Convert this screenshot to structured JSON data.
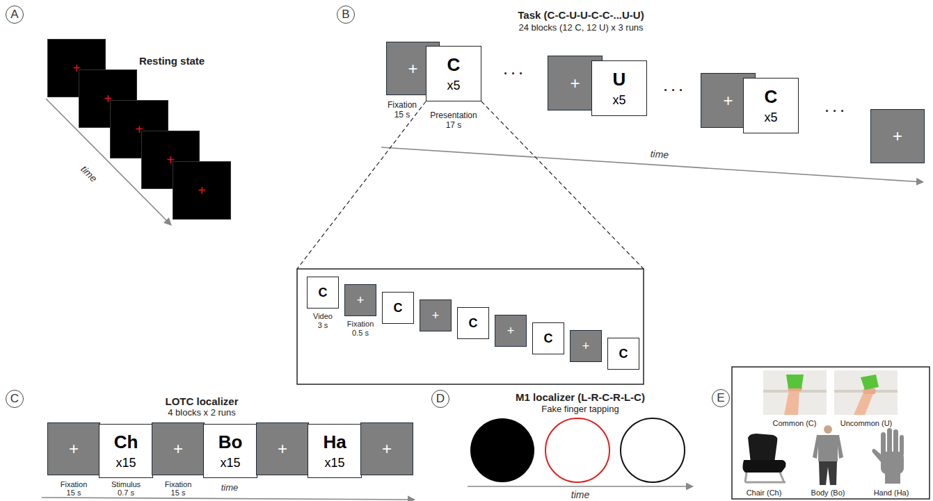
{
  "diagram": {
    "nodes": [
      {
        "text": [
          "A"
        ]
      },
      {
        "text": [
          "+"
        ]
      },
      {
        "text": [
          "+"
        ]
      },
      {
        "text": [
          "+"
        ]
      },
      {
        "text": [
          "+"
        ]
      },
      {
        "text": [
          "+"
        ]
      },
      {
        "text": [
          "B"
        ]
      },
      {
        "text": [
          "+"
        ]
      },
      {
        "text": [
          "C",
          "x5"
        ]
      },
      {
        "text": [
          "+"
        ]
      },
      {
        "text": [
          "U",
          "x5"
        ]
      },
      {
        "text": [
          "+"
        ]
      },
      {
        "text": [
          "C",
          "x5"
        ]
      },
      {
        "text": [
          "+"
        ]
      },
      {
        "text": [
          "C"
        ]
      },
      {
        "text": [
          "+"
        ]
      },
      {
        "text": [
          "C"
        ]
      },
      {
        "text": [
          "+"
        ]
      },
      {
        "text": [
          "C"
        ]
      },
      {
        "text": [
          "+"
        ]
      },
      {
        "text": [
          "C"
        ]
      },
      {
        "text": [
          "+"
        ]
      },
      {
        "text": [
          "C"
        ]
      },
      {
        "text": [
          "C"
        ]
      },
      {
        "text": [
          "+"
        ]
      },
      {
        "text": [
          "Ch",
          "x15"
        ]
      },
      {
        "text": [
          "+"
        ]
      },
      {
        "text": [
          "Bo",
          "x15"
        ]
      },
      {
        "text": [
          "+"
        ]
      },
      {
        "text": [
          "Ha",
          "x15"
        ]
      },
      {
        "text": [
          "+"
        ]
      },
      {
        "text": [
          "D"
        ]
      },
      {
        "text": [
          "E"
        ]
      }
    ],
    "labels": [
      "Resting state",
      "time",
      "Task (C-C-U-U-C-C-...U-U)",
      "24 blocks (12 C, 12 U) x 3 runs",
      "Fixation",
      "15 s",
      "Presentation",
      "17 s",
      "· · ·",
      "· · ·",
      "· · ·",
      "time",
      "Video",
      "3 s",
      "Fixation",
      "0.5 s",
      "LOTC localizer",
      "4 blocks x 2 runs",
      "Fixation",
      "15 s",
      "Stimulus",
      "0.7 s",
      "Fixation",
      "15 s",
      "time",
      "M1 localizer (L-R-C-R-L-C)",
      "Fake finger tapping",
      "time",
      "Common (C)",
      "Uncommon (U)",
      "Chair (Ch)",
      "Body (Bo)",
      "Hand (Ha)"
    ]
  }
}
